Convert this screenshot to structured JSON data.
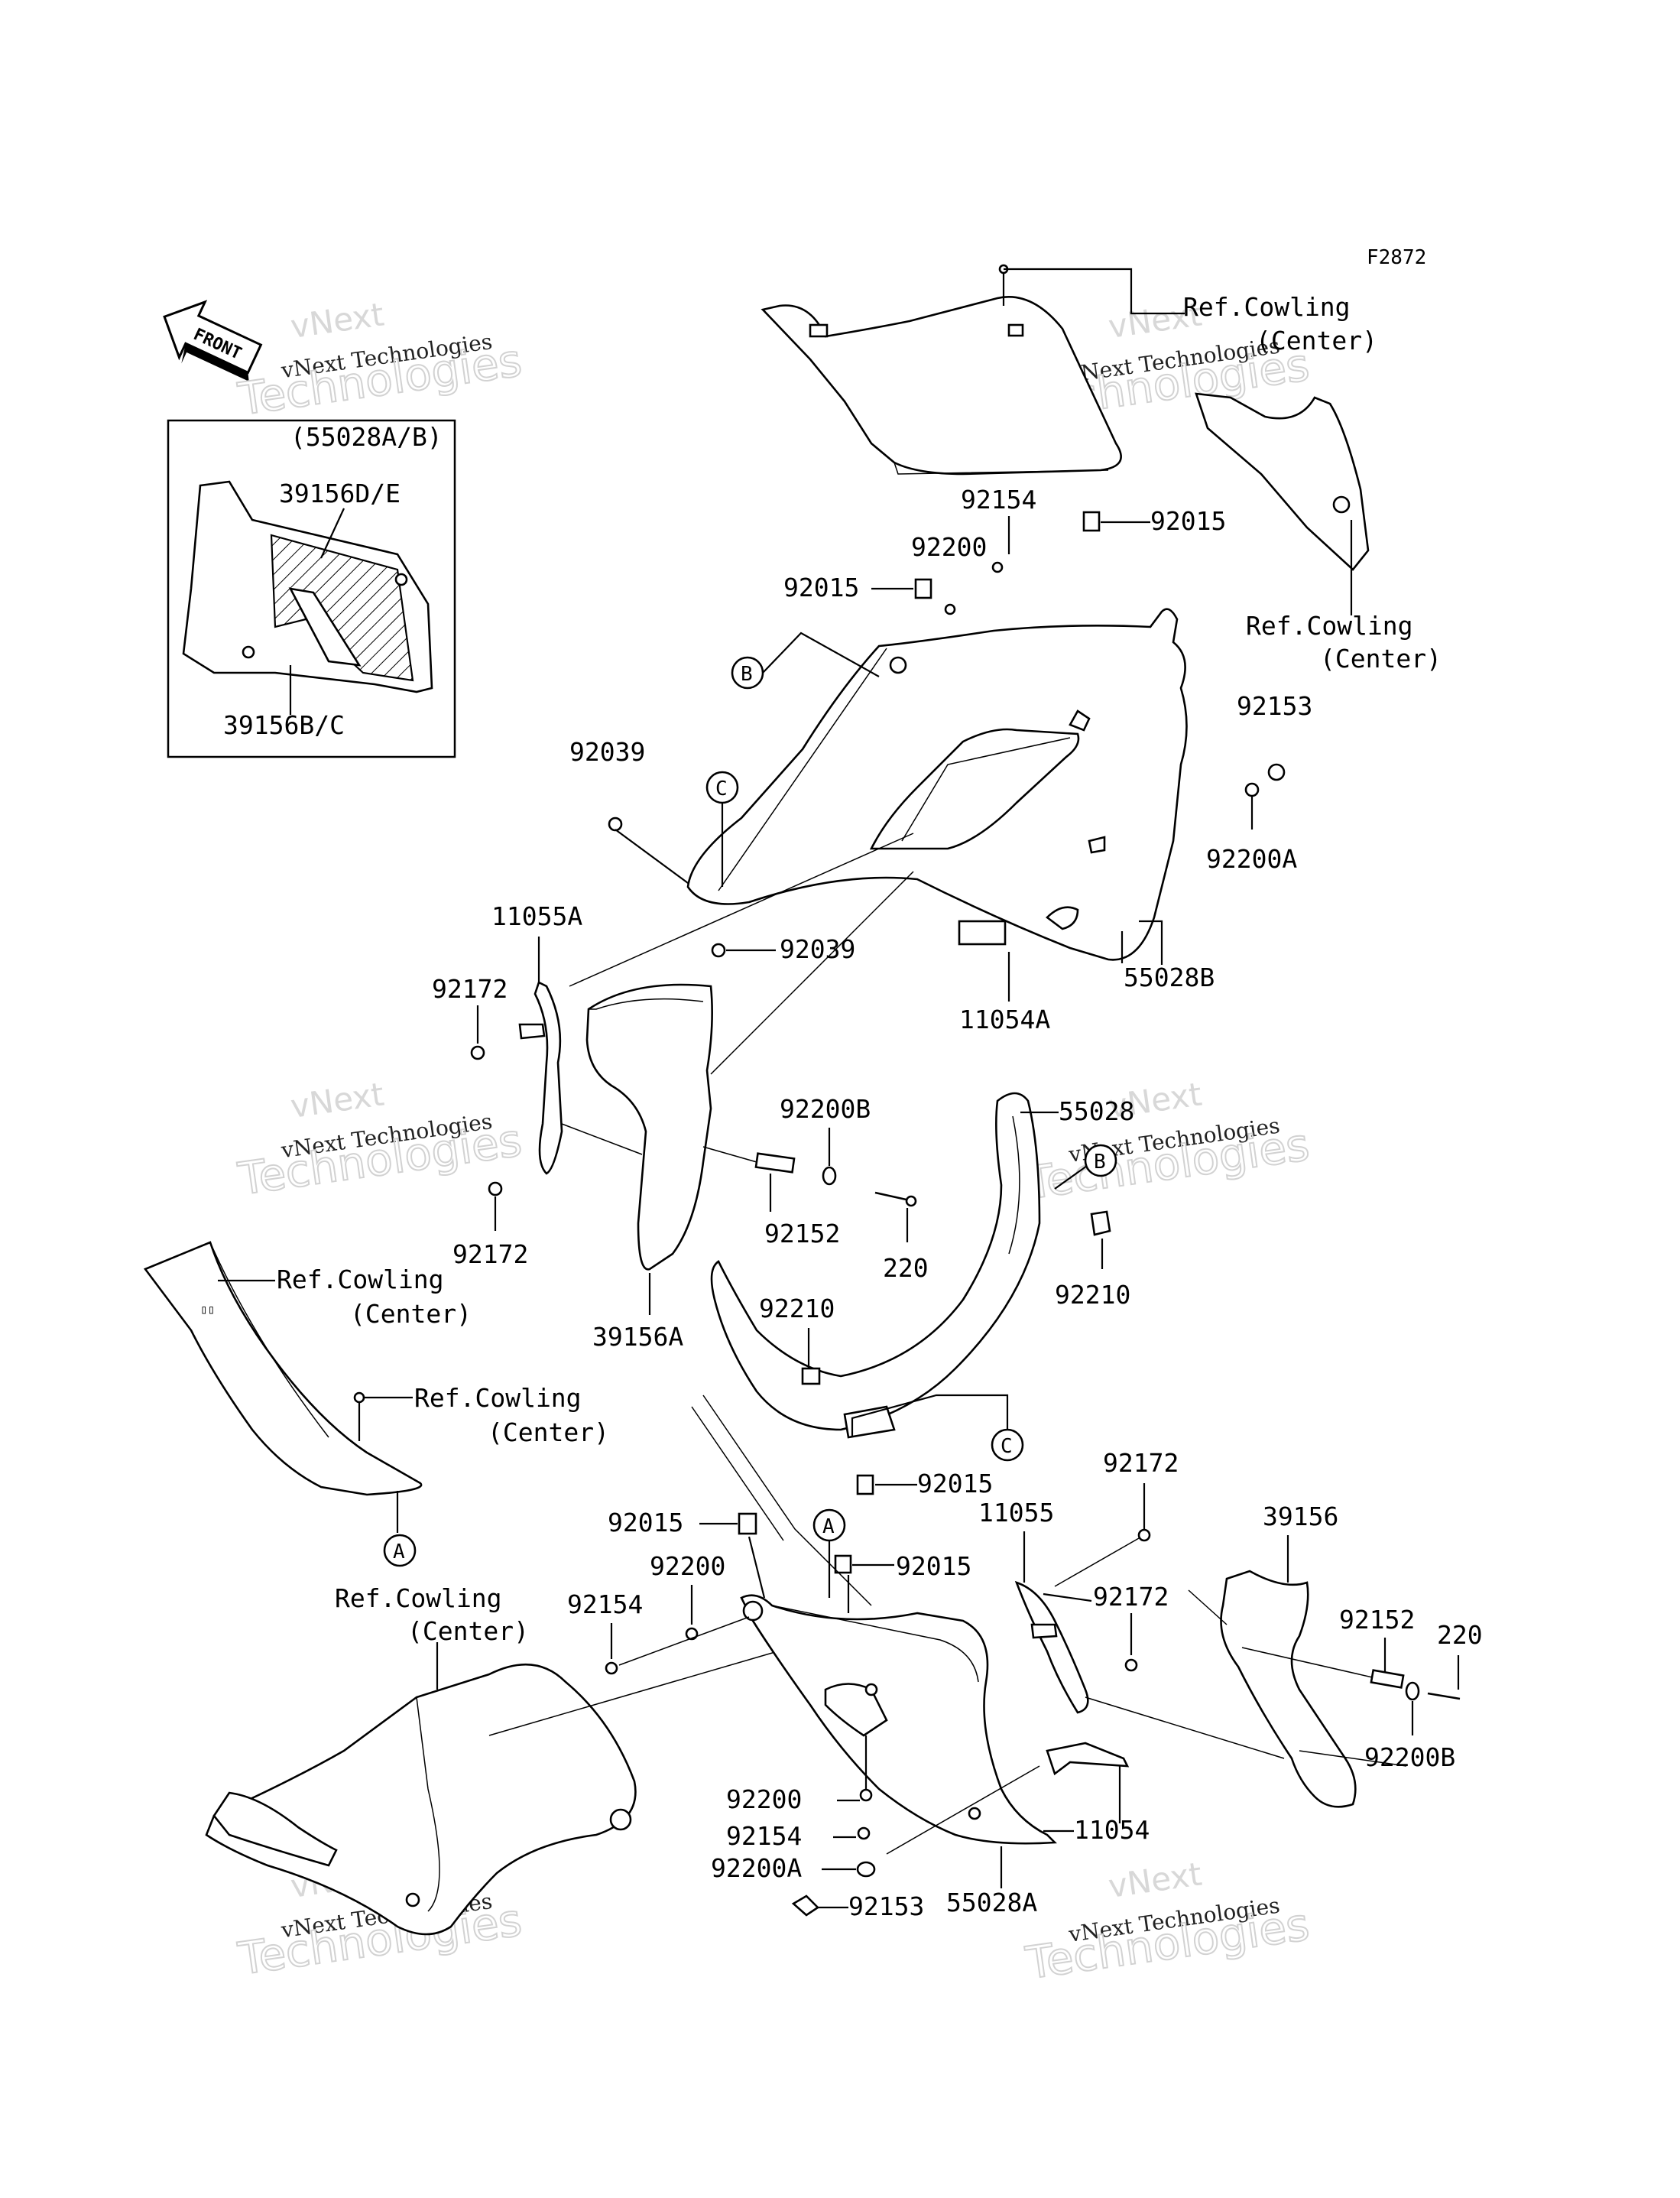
{
  "figure_code": "F2872",
  "front_label": "FRONT",
  "inset": {
    "header": "(55028A/B)",
    "part_top": "39156D/E",
    "part_bottom": "39156B/C"
  },
  "watermark": {
    "line1": "vNext",
    "line2": "vNext Technologies",
    "line3": "Technologies"
  },
  "callouts": {
    "A": "A",
    "B": "B",
    "C": "C"
  },
  "labels": {
    "ref_cowling": "Ref.Cowling",
    "center": "(Center)",
    "p92154": "92154",
    "p92200": "92200",
    "p92015": "92015",
    "p92153": "92153",
    "p92200A": "92200A",
    "p92039": "92039",
    "p11055A": "11055A",
    "p92172": "92172",
    "p11054A": "11054A",
    "p55028B": "55028B",
    "p92200B": "92200B",
    "p55028": "55028",
    "p92152": "92152",
    "p220": "220",
    "p92210": "92210",
    "p39156A": "39156A",
    "p11055": "11055",
    "p39156": "39156",
    "p11054": "11054",
    "p55028A": "55028A"
  }
}
